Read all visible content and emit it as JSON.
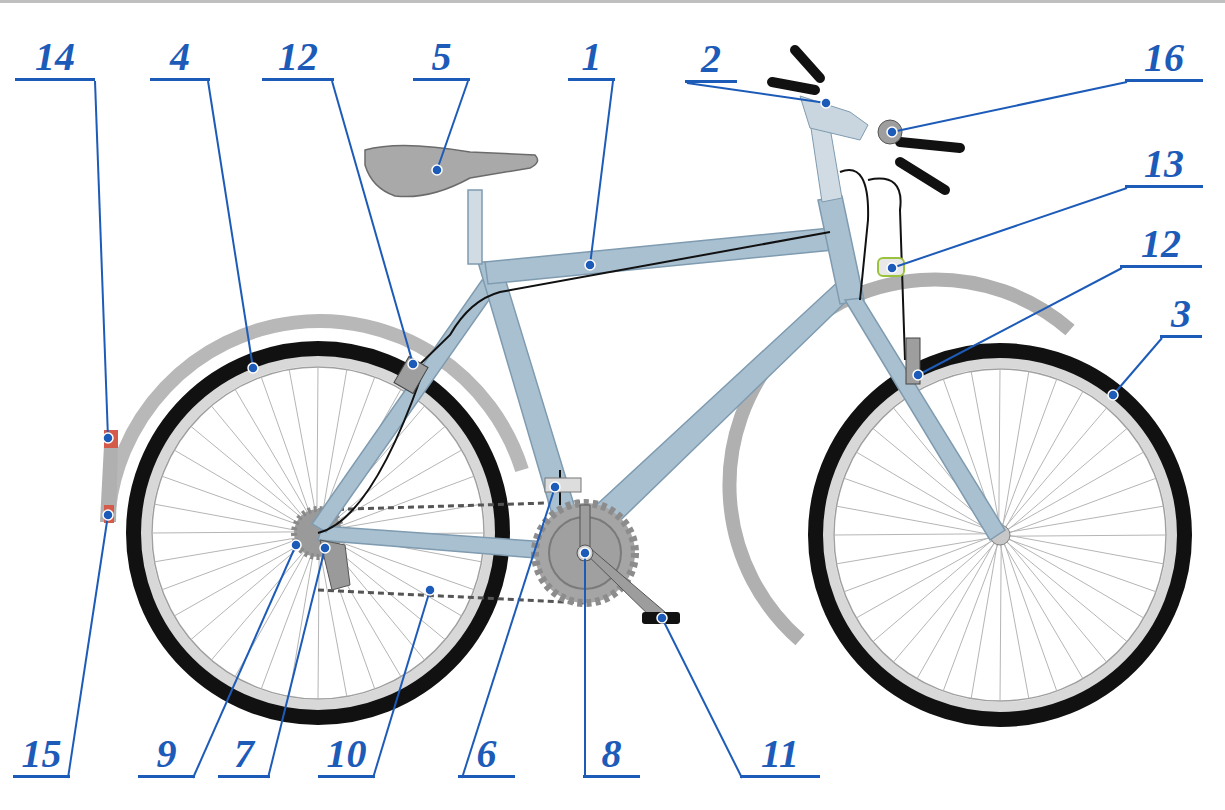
{
  "diagram": {
    "labels": [
      "14",
      "4",
      "12",
      "5",
      "1",
      "2",
      "16",
      "13",
      "12",
      "3",
      "15",
      "9",
      "7",
      "10",
      "6",
      "8",
      "11"
    ]
  }
}
